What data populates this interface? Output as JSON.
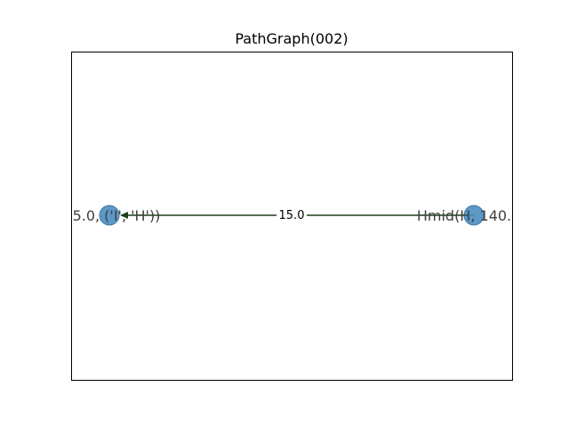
{
  "title": "PathGraph(002)",
  "colors": {
    "node_fill": "#4a8ec0",
    "node_stroke": "#3a77a6",
    "edge": "#1a3d1a",
    "label_bg": "#ffffff"
  },
  "graph": {
    "nodes": [
      {
        "id": "left",
        "label": "5.0, ('I', 'H'))"
      },
      {
        "id": "right",
        "label": "Hmid(H, 140."
      }
    ],
    "edges": [
      {
        "from": "right",
        "to": "left",
        "label": "15.0",
        "directed": true
      }
    ]
  }
}
